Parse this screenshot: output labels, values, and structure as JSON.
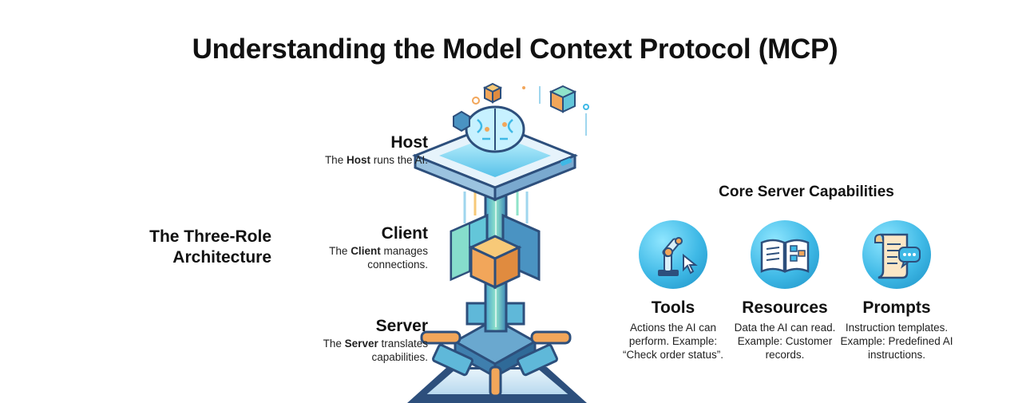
{
  "title": "Understanding the Model Context Protocol (MCP)",
  "architecture_label": "The Three-Role Architecture",
  "roles": [
    {
      "name": "Host",
      "desc_pre": "The ",
      "desc_bold": "Host",
      "desc_post": " runs the AI."
    },
    {
      "name": "Client",
      "desc_pre": "The ",
      "desc_bold": "Client",
      "desc_post": " manages connections."
    },
    {
      "name": "Server",
      "desc_pre": "The ",
      "desc_bold": "Server",
      "desc_post": " translates capabilities."
    }
  ],
  "capabilities_title": "Core Server Capabilities",
  "capabilities": [
    {
      "name": "Tools",
      "desc": "Actions the AI can perform. Example: “Check order status”.",
      "icon": "robot-arm-icon"
    },
    {
      "name": "Resources",
      "desc": "Data the AI can read. Example: Customer records.",
      "icon": "open-book-icon"
    },
    {
      "name": "Prompts",
      "desc": "Instruction templates. Example: Predefined AI instructions.",
      "icon": "scroll-chat-icon"
    }
  ],
  "colors": {
    "accent_blue": "#3fb9e6",
    "accent_orange": "#f2a65a",
    "tower_teal": "#63c6d9",
    "tower_navy": "#2d4f7c"
  }
}
